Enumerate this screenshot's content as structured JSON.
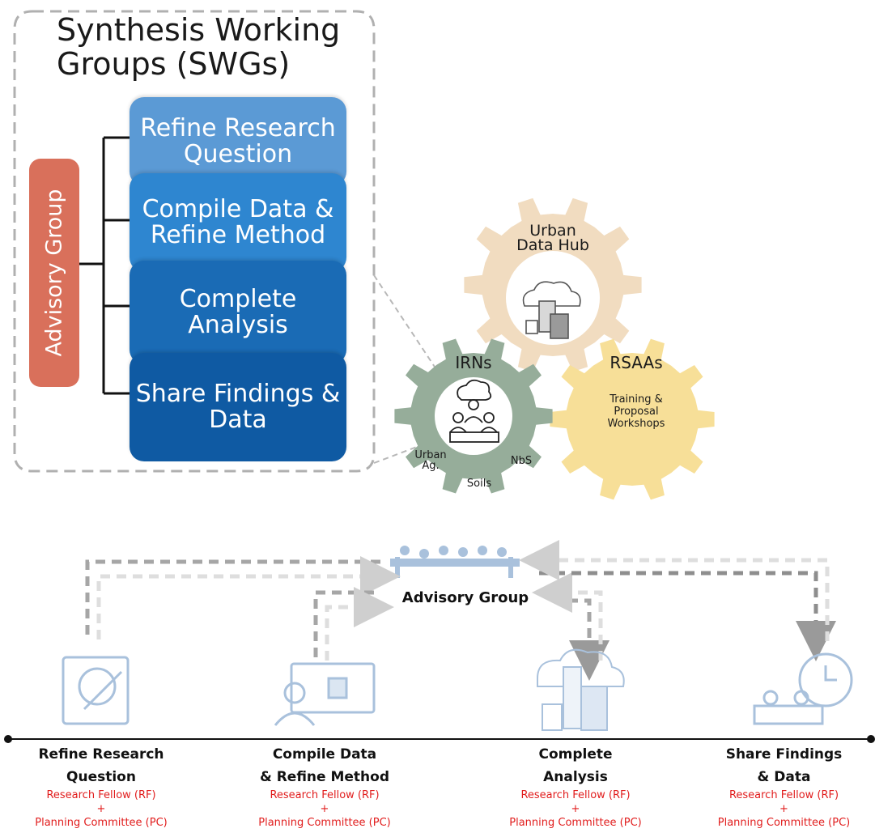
{
  "top": {
    "swg_title": "Synthesis Working Groups (SWGs)",
    "advisory_vertical": "Advisory Group",
    "steps": [
      {
        "label": "Refine Research Question",
        "color": "#5b9ad5"
      },
      {
        "label": "Compile Data & Refine Method",
        "color": "#2e86d0"
      },
      {
        "label": "Complete Analysis",
        "color": "#1a6bb5"
      },
      {
        "label": "Share Findings & Data",
        "color": "#0f5aa3"
      }
    ]
  },
  "gears": {
    "urban_data_hub": {
      "label": "Urban Data Hub",
      "color": "#f1dcc0"
    },
    "irns": {
      "label": "IRNs",
      "color": "#96ad9a",
      "tags": [
        "Urban Ag.",
        "NbS",
        "Soils"
      ]
    },
    "rsaas": {
      "label": "RSAAs",
      "color": "#f7df98",
      "sub": "Training & Proposal Workshops"
    }
  },
  "timeline": {
    "advisory_label": "Advisory Group",
    "stages": [
      {
        "title_line1": "Refine Research",
        "title_line2": "Question",
        "role1": "Research Fellow (RF)",
        "plus": "+",
        "role2": "Planning Committee (PC)"
      },
      {
        "title_line1": "Compile Data",
        "title_line2": "& Refine Method",
        "role1": "Research Fellow (RF)",
        "plus": "+",
        "role2": "Planning Committee (PC)"
      },
      {
        "title_line1": "Complete",
        "title_line2": "Analysis",
        "role1": "Research Fellow (RF)",
        "plus": "+",
        "role2": "Planning Committee (PC)"
      },
      {
        "title_line1": "Share Findings",
        "title_line2": "& Data",
        "role1": "Research Fellow (RF)",
        "plus": "+",
        "role2": "Planning Committee (PC)"
      }
    ]
  }
}
